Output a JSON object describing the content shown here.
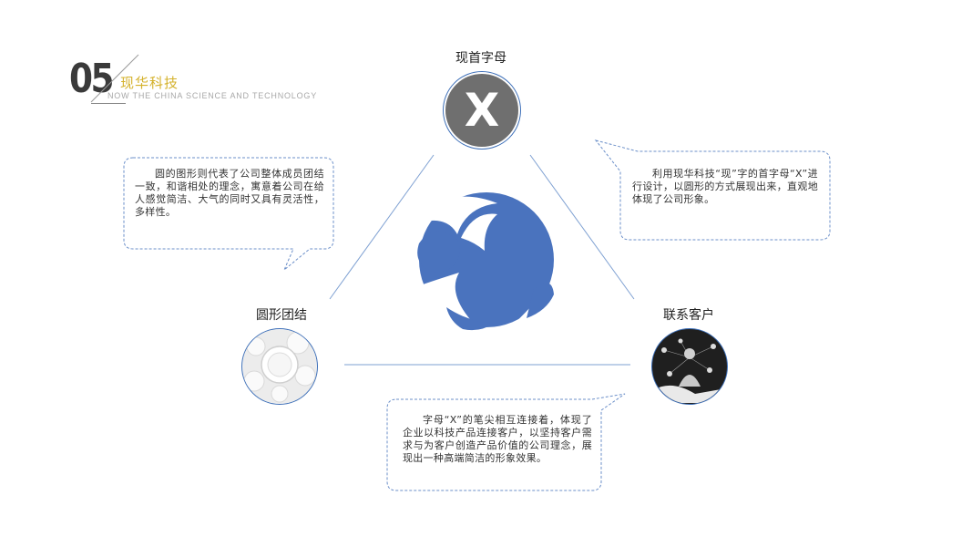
{
  "header": {
    "number": "05",
    "title": "现华科技",
    "subtitle": "NOW THE CHINA SCIENCE AND TECHNOLOGY"
  },
  "nodes": {
    "top": {
      "label": "现首字母",
      "icon_letter": "X"
    },
    "left": {
      "label": "圆形团结"
    },
    "right": {
      "label": "联系客户"
    }
  },
  "bubbles": {
    "left": "圆的图形则代表了公司整体成员团结一致，和谐相处的理念，寓意着公司在给人感觉简洁、大气的同时又具有灵活性，多样性。",
    "right": "利用现华科技“现”字的首字母“X”进行设计，以圆形的方式展现出来，直观地体现了公司形象。",
    "bottom": "字母“X”的笔尖相互连接着，体现了企业以科技产品连接客户，以坚持客户需求与为客户创造产品价值的公司理念，展现出一种高端简洁的形象效果。"
  },
  "colors": {
    "accent_blue": "#3d6fb8",
    "logo_blue": "#4a73be",
    "header_gold": "#d4b12a",
    "dashed_border": "#6b8fc9"
  }
}
